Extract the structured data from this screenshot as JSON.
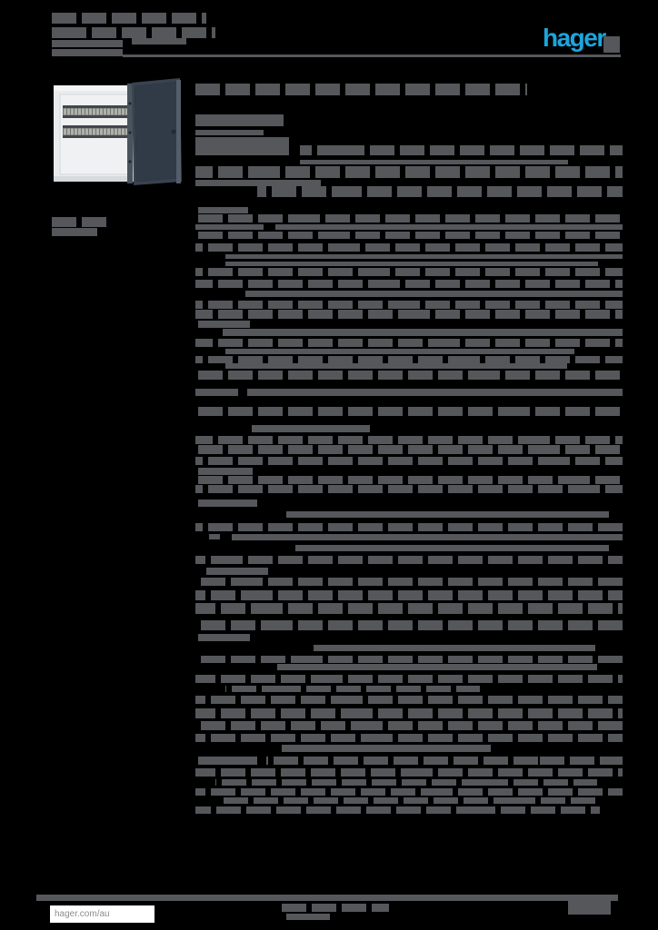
{
  "theme": {
    "page_background": "#000000",
    "redacted_bar_color": "#55575b",
    "redacted_bar_light": "#63656a",
    "brand_blue": "#1CA5DD",
    "footer_link_color": "#8a8d90"
  },
  "header": {
    "logo": {
      "text": "hager",
      "color": "#1CA5DD"
    }
  },
  "product_image": {
    "description": "flush-mounted distribution board, white enclosure, two DIN rail rows, open smoked transparent door",
    "enclosure_color": "#e9ebed",
    "door_color": "#39434f"
  },
  "footer": {
    "website": "hager.com/au"
  },
  "redacted": {
    "header_lines": [
      [
        14,
        0,
        170,
        12,
        1
      ],
      [
        30,
        0,
        180,
        12,
        1
      ],
      [
        42,
        88,
        60,
        7,
        0
      ],
      [
        44,
        0,
        78,
        8,
        0
      ],
      [
        54,
        0,
        78,
        8,
        0
      ]
    ],
    "margin_label_lines": [
      [
        239,
        0,
        66,
        11,
        1
      ],
      [
        251,
        0,
        50,
        9,
        0
      ]
    ],
    "content_lines": [
      [
        92,
        0,
        365,
        13,
        1
      ],
      [
        126,
        0,
        97,
        13,
        0
      ],
      [
        143,
        0,
        75,
        6,
        0
      ],
      [
        151,
        0,
        103,
        20,
        0
      ],
      [
        160,
        115,
        355,
        11,
        1
      ],
      [
        176,
        115,
        295,
        5,
        0
      ],
      [
        183,
        0,
        470,
        13,
        1
      ],
      [
        198,
        0,
        138,
        7,
        0
      ],
      [
        205,
        68,
        402,
        12,
        1
      ],
      [
        228,
        3,
        55,
        7,
        0
      ],
      [
        236,
        0,
        470,
        9,
        1
      ],
      [
        247,
        0,
        75,
        6,
        0
      ],
      [
        247,
        88,
        382,
        6,
        0
      ],
      [
        255,
        0,
        470,
        8,
        1
      ],
      [
        268,
        0,
        470,
        9,
        1
      ],
      [
        280,
        33,
        437,
        5,
        0
      ],
      [
        288,
        33,
        410,
        5,
        0
      ],
      [
        295,
        0,
        470,
        9,
        1
      ],
      [
        308,
        0,
        470,
        9,
        1
      ],
      [
        320,
        55,
        415,
        7,
        0
      ],
      [
        331,
        0,
        470,
        9,
        1
      ],
      [
        341,
        0,
        470,
        10,
        1
      ],
      [
        353,
        3,
        57,
        8,
        0
      ],
      [
        362,
        30,
        440,
        8,
        0
      ],
      [
        373,
        0,
        470,
        9,
        1
      ],
      [
        384,
        33,
        384,
        6,
        0
      ],
      [
        392,
        0,
        470,
        8,
        1
      ],
      [
        400,
        33,
        376,
        6,
        0
      ],
      [
        408,
        0,
        470,
        10,
        1
      ],
      [
        428,
        0,
        47,
        8,
        0
      ],
      [
        428,
        57,
        413,
        8,
        0
      ],
      [
        448,
        0,
        470,
        10,
        1
      ],
      [
        468,
        62,
        130,
        8,
        0
      ],
      [
        480,
        0,
        470,
        9,
        1
      ],
      [
        490,
        0,
        470,
        10,
        1
      ],
      [
        503,
        0,
        470,
        9,
        1
      ],
      [
        515,
        3,
        60,
        8,
        0
      ],
      [
        524,
        0,
        470,
        9,
        1
      ],
      [
        534,
        0,
        470,
        9,
        1
      ],
      [
        550,
        3,
        65,
        8,
        0
      ],
      [
        563,
        100,
        355,
        7,
        0
      ],
      [
        576,
        0,
        470,
        9,
        1
      ],
      [
        588,
        15,
        12,
        6,
        0
      ],
      [
        588,
        40,
        430,
        7,
        0
      ],
      [
        600,
        110,
        345,
        7,
        0
      ],
      [
        612,
        0,
        470,
        9,
        1
      ],
      [
        625,
        12,
        68,
        8,
        0
      ],
      [
        636,
        0,
        470,
        9,
        1
      ],
      [
        650,
        0,
        470,
        11,
        1
      ],
      [
        664,
        0,
        470,
        12,
        1
      ],
      [
        683,
        0,
        470,
        11,
        1
      ],
      [
        698,
        3,
        57,
        8,
        0
      ],
      [
        710,
        130,
        310,
        7,
        0
      ],
      [
        722,
        0,
        470,
        8,
        1
      ],
      [
        731,
        90,
        352,
        7,
        0
      ],
      [
        743,
        0,
        470,
        9,
        1
      ],
      [
        755,
        33,
        280,
        7,
        1
      ],
      [
        766,
        0,
        470,
        9,
        1
      ],
      [
        780,
        0,
        470,
        11,
        1
      ],
      [
        794,
        0,
        470,
        10,
        1
      ],
      [
        808,
        0,
        470,
        9,
        1
      ],
      [
        820,
        95,
        230,
        8,
        0
      ],
      [
        833,
        3,
        65,
        9,
        0
      ],
      [
        833,
        78,
        392,
        9,
        1
      ],
      [
        846,
        0,
        470,
        9,
        1
      ],
      [
        858,
        22,
        420,
        7,
        1
      ],
      [
        868,
        0,
        470,
        8,
        1
      ],
      [
        878,
        25,
        415,
        7,
        1
      ],
      [
        888,
        0,
        445,
        8,
        1
      ]
    ],
    "footer_center_lines": [
      [
        995,
        0,
        118,
        9,
        1
      ],
      [
        1006,
        5,
        48,
        7,
        0
      ]
    ]
  }
}
